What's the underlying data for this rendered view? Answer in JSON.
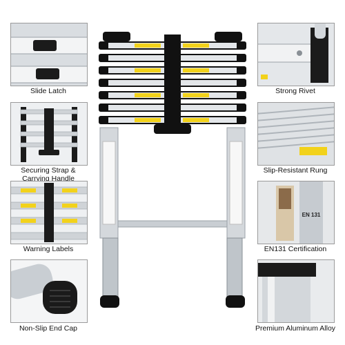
{
  "features": {
    "slide_latch": "Slide Latch",
    "securing_strap": "Securing Strap &\nCarrying Handle",
    "warning_labels": "Warning Labels",
    "end_cap": "Non-Slip End Cap",
    "strong_rivet": "Strong Rivet",
    "rung": "Slip-Resistant Rung",
    "certification": "EN131 Certification",
    "alloy": "Premium Aluminum Alloy"
  },
  "cert_badge": "EN 131",
  "colors": {
    "accent": "#f2d21b",
    "frame": "#cfd3d7",
    "black": "#111111"
  }
}
